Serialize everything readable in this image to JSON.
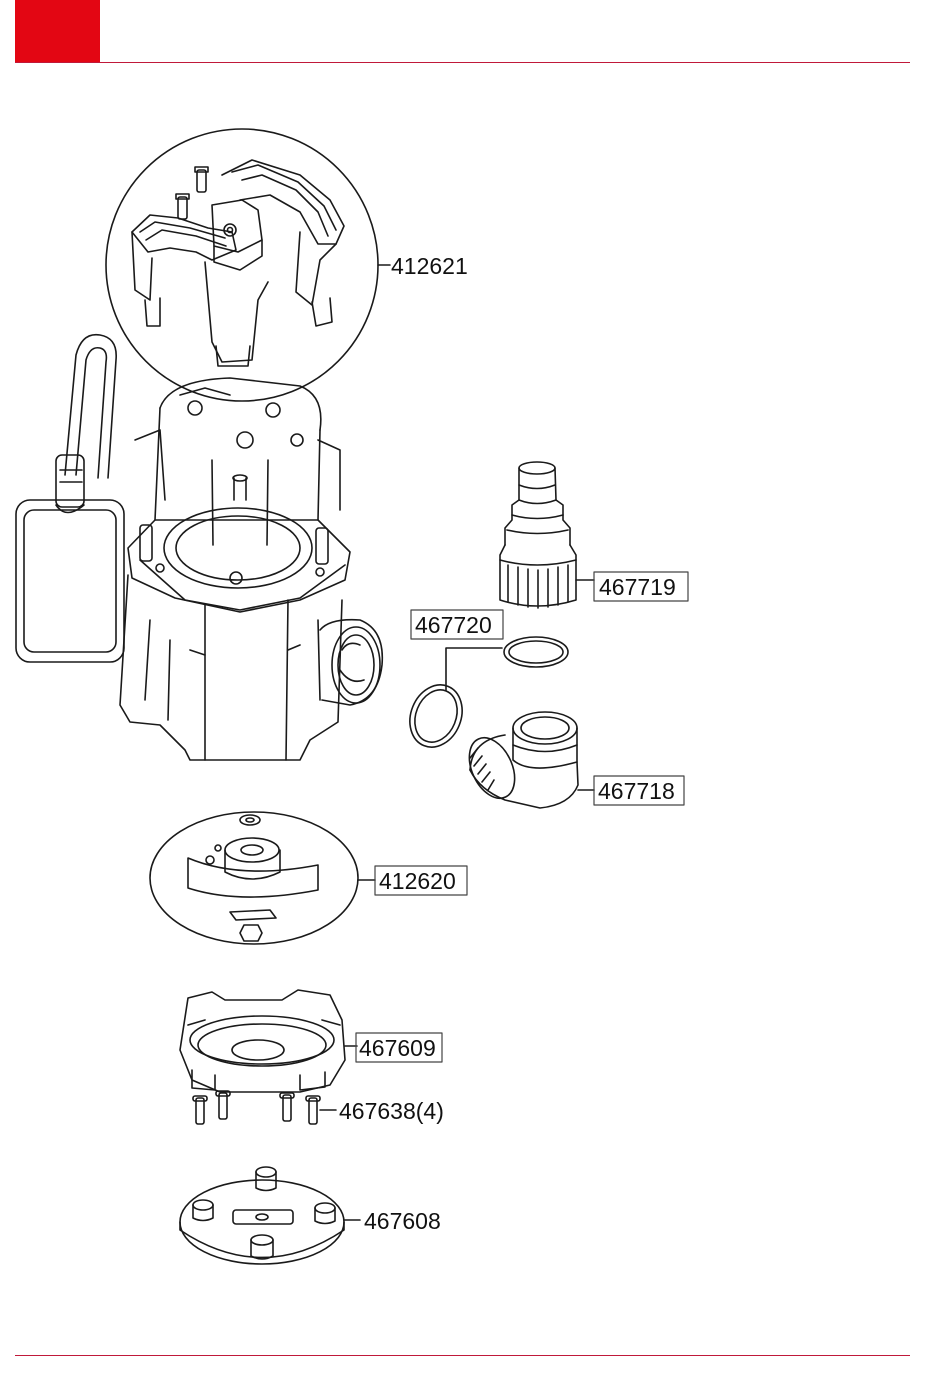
{
  "colors": {
    "accent": "#e30613",
    "rule": "#c0193a",
    "line": "#1a1a1a"
  },
  "parts": {
    "p412621": "412621",
    "p467719": "467719",
    "p467720": "467720",
    "p467718": "467718",
    "p412620": "412620",
    "p467609": "467609",
    "p467638": "467638(4)",
    "p467608": "467608"
  }
}
